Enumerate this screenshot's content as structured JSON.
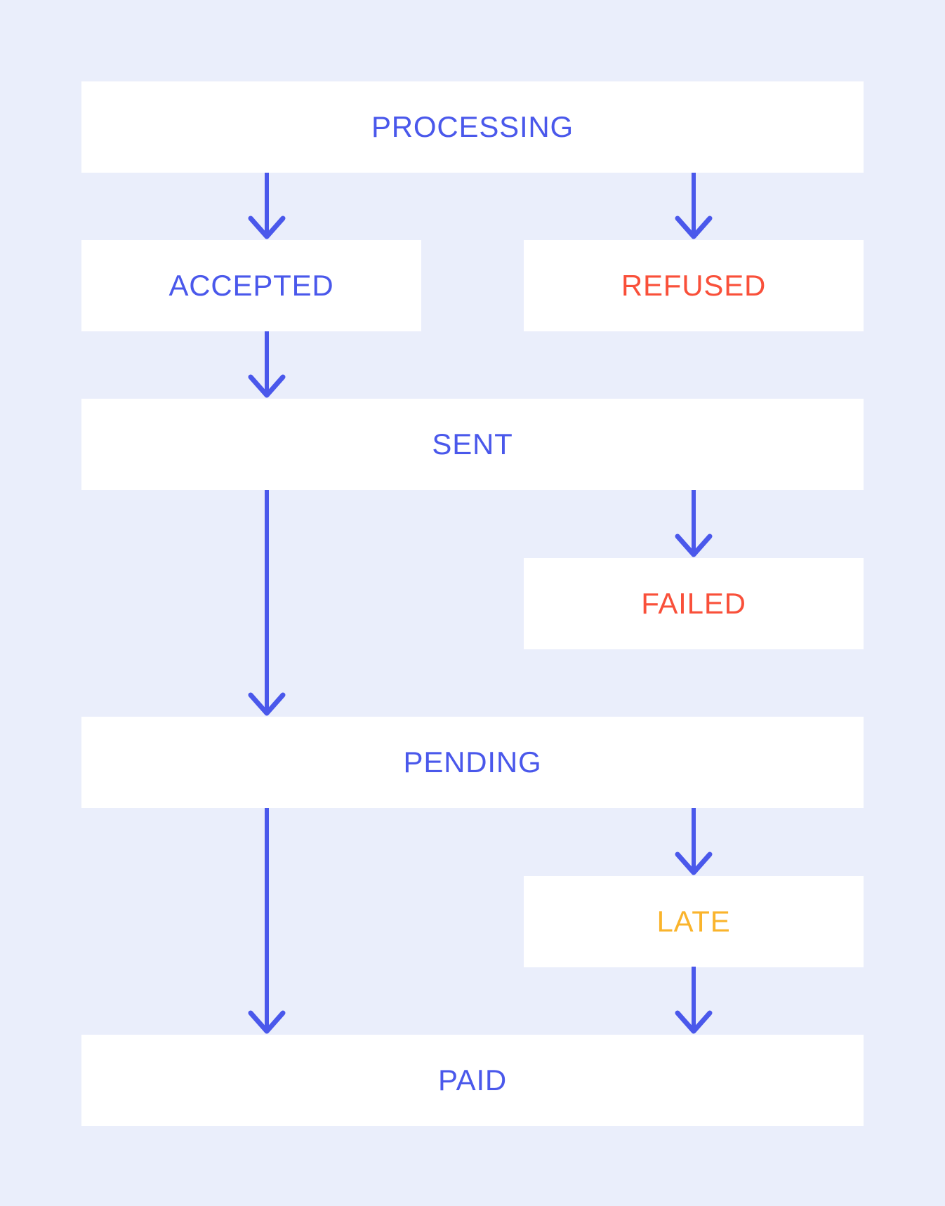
{
  "diagram": {
    "type": "flowchart",
    "direction": "top-down"
  },
  "colors": {
    "background": "#EAEEFB",
    "node_background": "#FFFFFF",
    "arrow": "#4A58EB",
    "blue": "#4A58EB",
    "red": "#F9503A",
    "amber": "#FAB42C"
  },
  "nodes": {
    "processing": {
      "label": "PROCESSING",
      "color": "#4A58EB"
    },
    "accepted": {
      "label": "ACCEPTED",
      "color": "#4A58EB"
    },
    "refused": {
      "label": "REFUSED",
      "color": "#F9503A"
    },
    "sent": {
      "label": "SENT",
      "color": "#4A58EB"
    },
    "failed": {
      "label": "FAILED",
      "color": "#F9503A"
    },
    "pending": {
      "label": "PENDING",
      "color": "#4A58EB"
    },
    "late": {
      "label": "LATE",
      "color": "#FAB42C"
    },
    "paid": {
      "label": "PAID",
      "color": "#4A58EB"
    }
  },
  "edges": [
    {
      "from": "processing",
      "to": "accepted"
    },
    {
      "from": "processing",
      "to": "refused"
    },
    {
      "from": "accepted",
      "to": "sent"
    },
    {
      "from": "sent",
      "to": "failed"
    },
    {
      "from": "sent",
      "to": "pending"
    },
    {
      "from": "pending",
      "to": "late"
    },
    {
      "from": "pending",
      "to": "paid"
    },
    {
      "from": "late",
      "to": "paid"
    }
  ]
}
